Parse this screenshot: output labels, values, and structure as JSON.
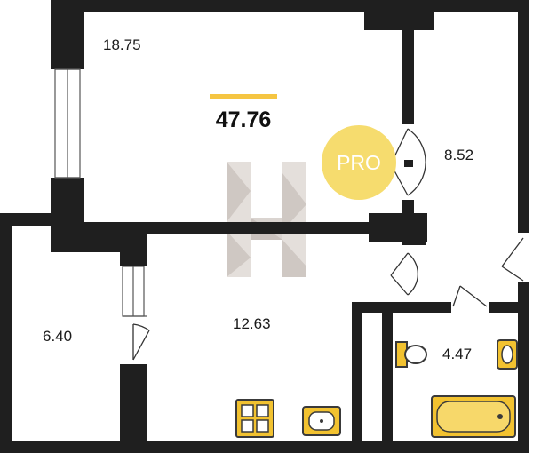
{
  "plan": {
    "total_area": "47.76",
    "badge": "PRO",
    "rooms": [
      {
        "id": "living-room",
        "area": "18.75"
      },
      {
        "id": "bedroom",
        "area": "8.52"
      },
      {
        "id": "hall",
        "area": "6.40"
      },
      {
        "id": "kitchen",
        "area": "12.63"
      },
      {
        "id": "bathroom",
        "area": "4.47"
      }
    ]
  },
  "colors": {
    "wall": "#1f1f1f",
    "accent": "#f5c542",
    "badge": "#f6dc6e",
    "fixture": "#f2c230",
    "watermark": "#b9aea6"
  }
}
